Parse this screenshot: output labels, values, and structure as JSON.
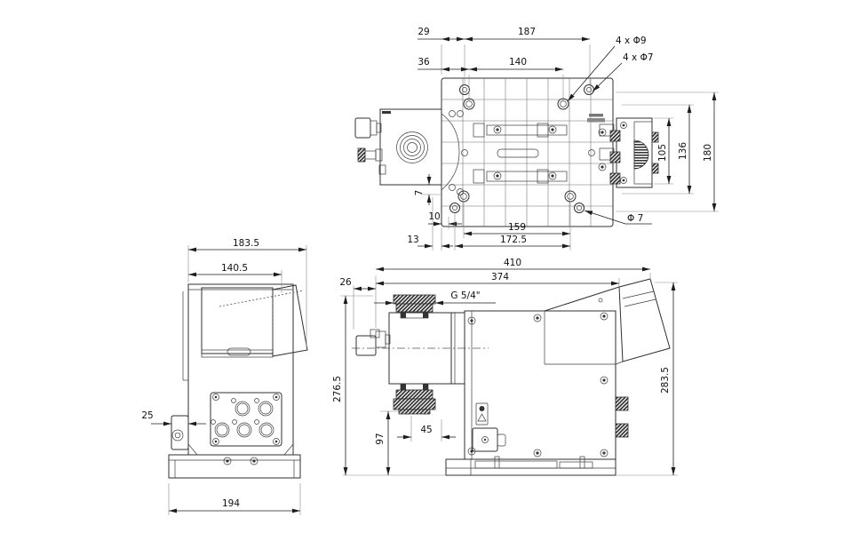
{
  "drawing": {
    "kind": "technical dimensional drawing, three orthographic views of a dosing pump",
    "colors": {
      "background": "#ffffff",
      "line": "#2f2f2f",
      "dim_text": "#111111"
    }
  },
  "views": {
    "top": {
      "name": "top-view",
      "dims": {
        "d29": "29",
        "d187": "187",
        "d36": "36",
        "d140": "140",
        "holes9": "4 x Φ9",
        "holes7": "4 x Φ7",
        "d105": "105",
        "d136": "136",
        "d180": "180",
        "d7": "7",
        "d10": "10",
        "d159": "159",
        "d172_5": "172.5",
        "d13": "13",
        "dia7": "Φ 7"
      }
    },
    "rear": {
      "name": "rear-view",
      "dims": {
        "d183_5": "183.5",
        "d140_5": "140.5",
        "d25": "25",
        "d194": "194"
      }
    },
    "side": {
      "name": "side-view",
      "dims": {
        "d410": "410",
        "d26": "26",
        "d374": "374",
        "thread": "G 5/4\"",
        "d276_5": "276.5",
        "d97": "97",
        "d45": "45",
        "d283_5": "283.5"
      }
    }
  }
}
